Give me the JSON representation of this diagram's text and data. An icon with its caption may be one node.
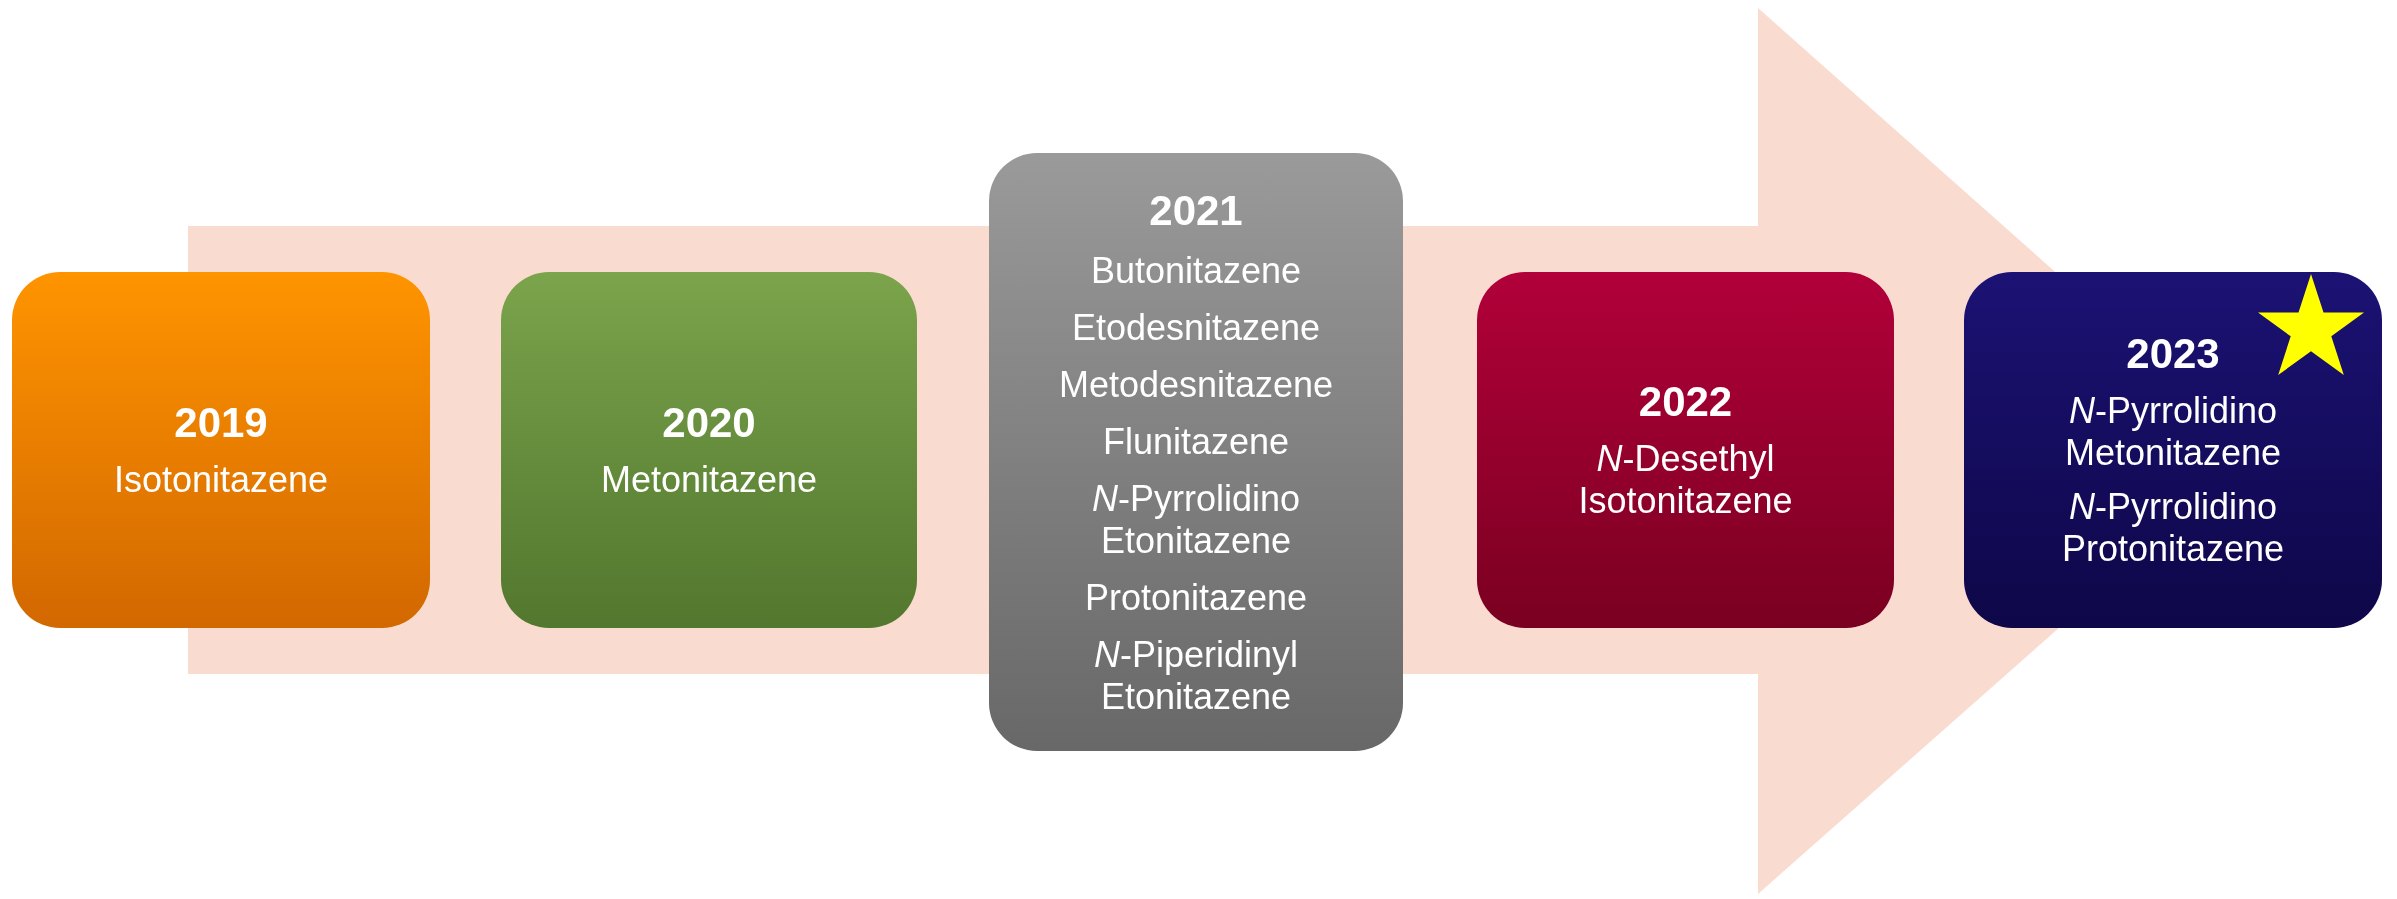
{
  "diagram": {
    "nodes": [
      {
        "text": [
          "2019",
          "Isotonitazene"
        ]
      },
      {
        "text": [
          "2020",
          "Metonitazene"
        ]
      },
      {
        "text": [
          "2021",
          "Butonitazene",
          "Etodesnitazene",
          "Metodesnitazene",
          "Flunitazene",
          "*N*-Pyrrolidino Etonitazene",
          "Protonitazene",
          "*N*-Piperidinyl Etonitazene"
        ]
      },
      {
        "text": [
          "2022",
          "*N*-Desethyl Isotonitazene"
        ]
      },
      {
        "text": [
          "2023",
          "*N*-Pyrrolidino Metonitazene",
          "*N*-Pyrrolidino Protonitazene"
        ]
      }
    ],
    "edges": [
      {
        "from": 0,
        "to": 4,
        "arrow": "to"
      }
    ]
  }
}
